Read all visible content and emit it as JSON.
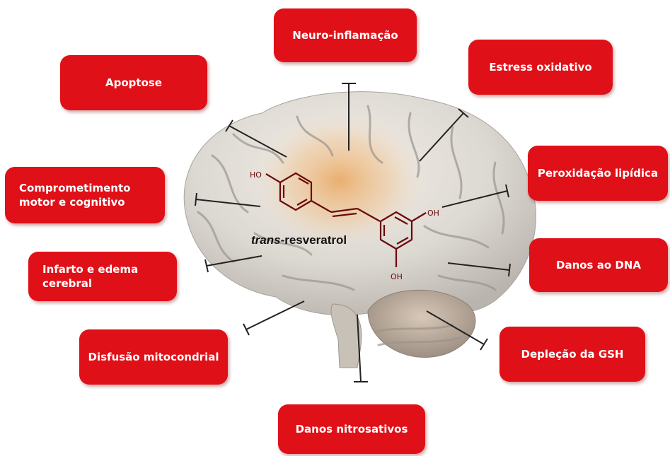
{
  "boxes": [
    {
      "id": "neuro",
      "label": "Neuro-inflamação"
    },
    {
      "id": "apoptose",
      "label": "Apoptose"
    },
    {
      "id": "estress",
      "label": "Estress oxidativo"
    },
    {
      "id": "compromet",
      "label": "Comprometimento\nmotor e cognitivo"
    },
    {
      "id": "peroxid",
      "label": "Peroxidação lipídica"
    },
    {
      "id": "infarto",
      "label": "Infarto e edema\ncerebral"
    },
    {
      "id": "dna",
      "label": "Danos ao DNA"
    },
    {
      "id": "disfusao",
      "label": "Disfusão mitocondrial"
    },
    {
      "id": "gsh",
      "label": "Depleção da GSH"
    },
    {
      "id": "nitros",
      "label": "Danos nitrosativos"
    }
  ],
  "molecule": {
    "name_italic": "trans",
    "name_rest": "-resveratrol",
    "oh_top": "HO",
    "oh_right": "OH",
    "oh_bottom": "OH"
  },
  "colors": {
    "box_fill": "#e01018",
    "box_text": "#ffffff",
    "molecule": "#6b0a0a",
    "inhibitor_line": "#222222"
  }
}
